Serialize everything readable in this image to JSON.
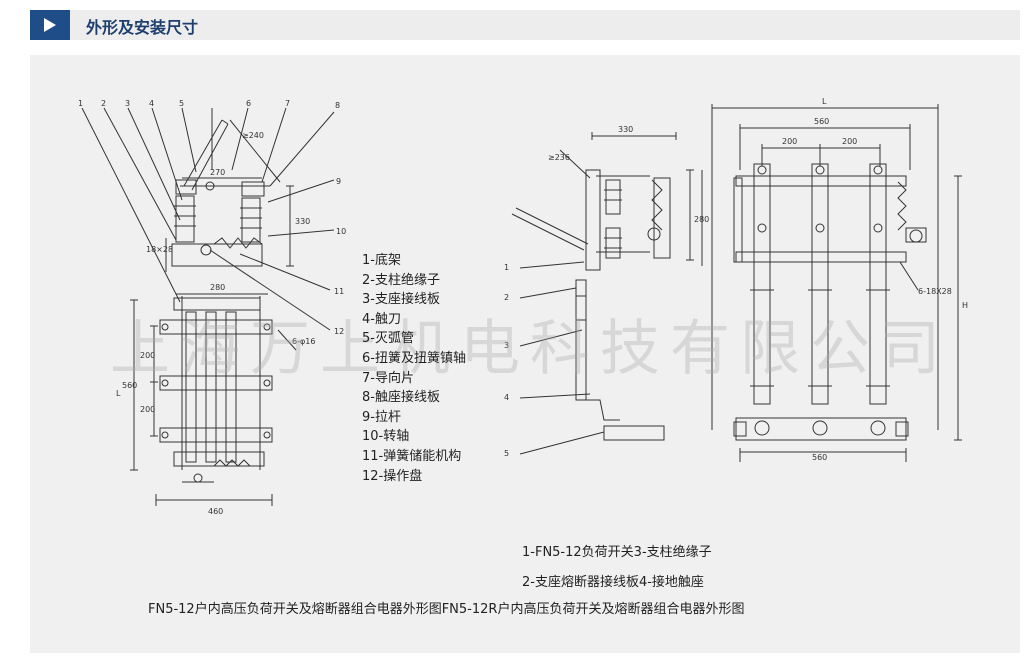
{
  "header": {
    "title": "外形及安装尺寸"
  },
  "legend": {
    "items": [
      "1-底架",
      "2-支柱绝缘子",
      "3-支座接线板",
      "4-触刀",
      "5-灭弧管",
      "6-扭簧及扭簧镇轴",
      "7-导向片",
      "8-触座接线板",
      "9-拉杆",
      "10-转轴",
      "11-弹簧储能机构",
      "12-操作盘"
    ]
  },
  "captions": {
    "line1": "1-FN5-12负荷开关3-支柱绝缘子",
    "line2": "2-支座熔断器接线板4-接地触座",
    "line3": "FN5-12户内高压负荷开关及熔断器组合电器外形图FN5-12R户内高压负荷开关及熔断器组合电器外形图"
  },
  "watermark": "上海万上机电科技有限公司",
  "left_view": {
    "callouts": [
      "1",
      "2",
      "3",
      "4",
      "5",
      "6",
      "7",
      "8",
      "9",
      "10",
      "11",
      "12"
    ],
    "dims": {
      "d240": "≥240",
      "d270": "270",
      "d330": "330",
      "d18x28": "18×28",
      "d280": "280",
      "d6phi": "6-φ16",
      "d200a": "200",
      "d560": "560",
      "d200b": "200",
      "dL": "L",
      "d460": "460"
    }
  },
  "middle_view": {
    "callouts": [
      "1",
      "2",
      "3",
      "4",
      "5"
    ],
    "dims": {
      "d330": "330",
      "d236": "≥236",
      "d280": "280"
    }
  },
  "right_view": {
    "dims": {
      "L": "L",
      "d560top": "560",
      "d200a": "200",
      "d200b": "200",
      "d6_18x28": "6-18X28",
      "H": "H",
      "d560bottom": "560"
    }
  }
}
